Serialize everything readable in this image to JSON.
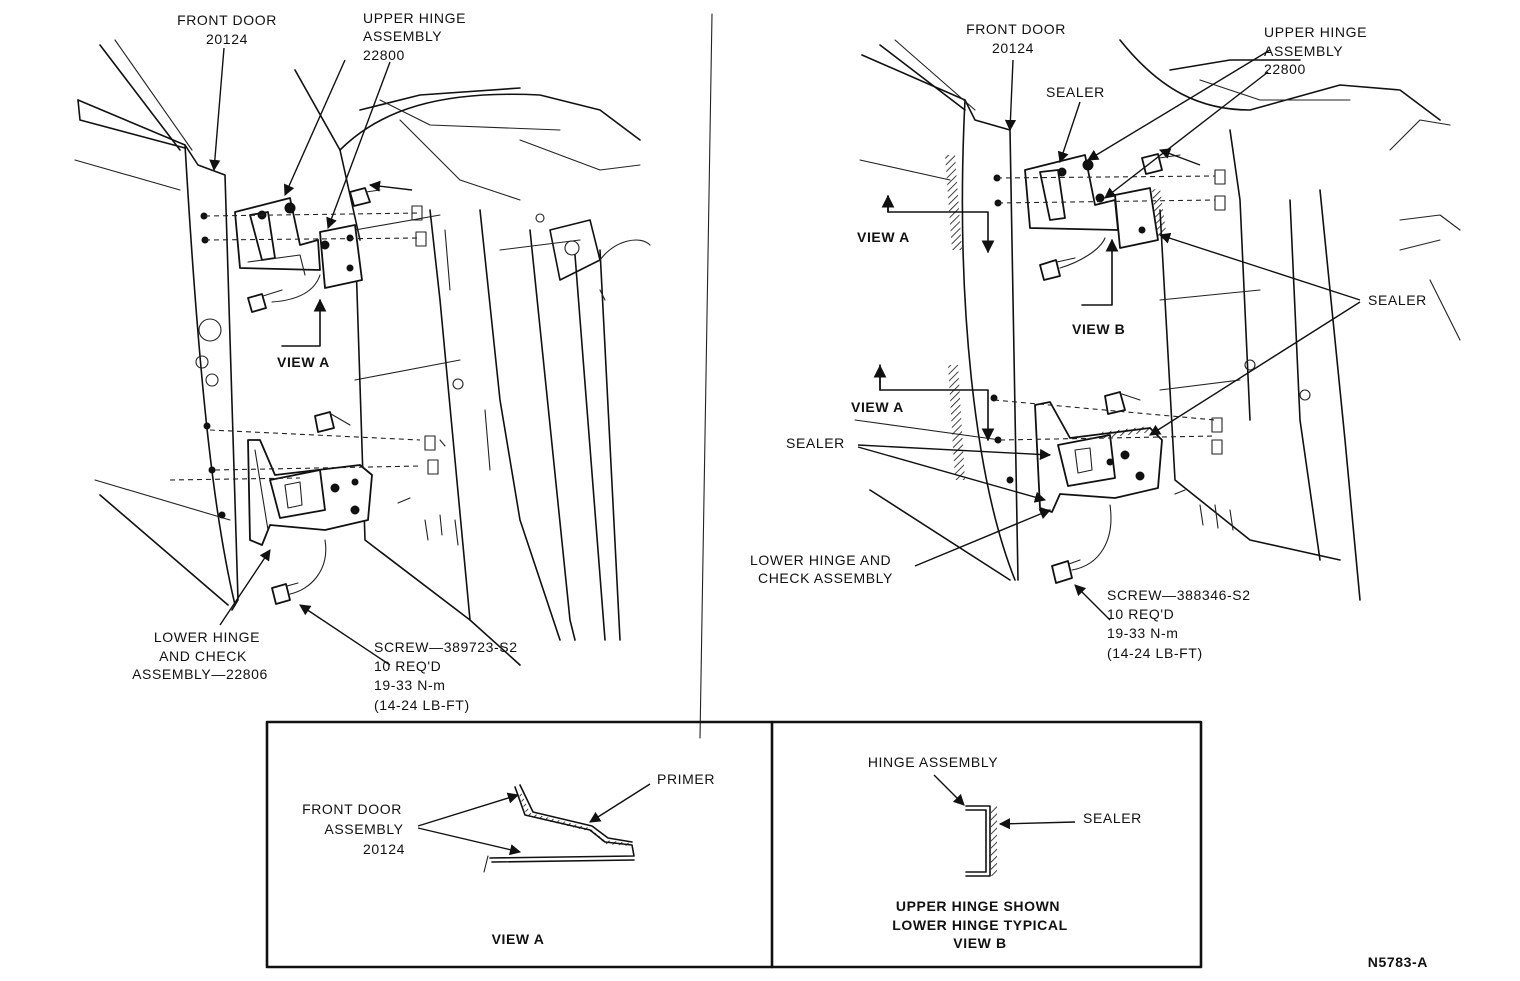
{
  "left_view": {
    "front_door_line1": "FRONT DOOR",
    "front_door_line2": "20124",
    "upper_hinge_line1": "UPPER HINGE",
    "upper_hinge_line2": "ASSEMBLY",
    "upper_hinge_line3": "22800",
    "view_a": "VIEW A",
    "lower_hinge_line1": "LOWER HINGE",
    "lower_hinge_line2": "AND CHECK",
    "lower_hinge_line3": "ASSEMBLY—22806",
    "screw_line1": "SCREW—389723-S2",
    "screw_line2": "10 REQ'D",
    "screw_line3": "19-33 N-m",
    "screw_line4": "(14-24 LB-FT)"
  },
  "right_view": {
    "front_door_line1": "FRONT DOOR",
    "front_door_line2": "20124",
    "upper_hinge_line1": "UPPER HINGE",
    "upper_hinge_line2": "ASSEMBLY",
    "upper_hinge_line3": "22800",
    "sealer_top": "SEALER",
    "view_a_upper": "VIEW A",
    "view_b": "VIEW B",
    "sealer_right": "SEALER",
    "view_a_lower": "VIEW A",
    "sealer_left": "SEALER",
    "lower_hinge_line1": "LOWER HINGE AND",
    "lower_hinge_line2": "CHECK ASSEMBLY",
    "screw_line1": "SCREW—388346-S2",
    "screw_line2": "10 REQ'D",
    "screw_line3": "19-33 N-m",
    "screw_line4": "(14-24 LB-FT)"
  },
  "detail_view_a": {
    "primer": "PRIMER",
    "door_line1": "FRONT DOOR",
    "door_line2": "ASSEMBLY",
    "door_line3": "20124",
    "caption": "VIEW A"
  },
  "detail_view_b": {
    "hinge_assembly": "HINGE ASSEMBLY",
    "sealer": "SEALER",
    "caption_line1": "UPPER HINGE SHOWN",
    "caption_line2": "LOWER HINGE TYPICAL",
    "caption_line3": "VIEW B"
  },
  "figure_id": "N5783-A"
}
